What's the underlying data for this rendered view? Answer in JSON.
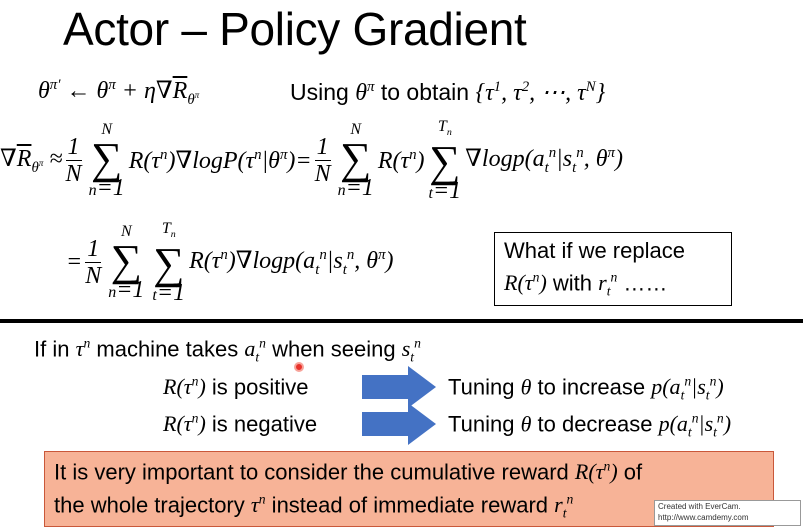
{
  "slide": {
    "title": "Actor – Policy Gradient",
    "update_rule": "θ^π′ ← θ^π + η∇R̄_θ^π",
    "using_text": "Using θ^π to obtain {τ^1, τ^2, ⋯, τ^N}",
    "gradient_line1": "∇R̄_θ^π ≈ 1/N Σ_{n=1}^{N} R(τ^n)∇logP(τ^n|θ^π) = 1/N Σ_{n=1}^{N} R(τ^n) Σ_{t=1}^{T_n} ∇logp(a_t^n|s_t^n, θ^π)",
    "gradient_line2": "= 1/N Σ_{n=1}^{N} Σ_{t=1}^{T_n} R(τ^n)∇logp(a_t^n|s_t^n, θ^π)",
    "box_line1": "What if we replace",
    "box_line2": "R(τ^n) with r_t^n ……",
    "if_line": "If in τ^n machine takes a_t^n when seeing s_t^n",
    "positive_label": "R(τ^n) is positive",
    "positive_result": "Tuning θ to increase p(a_t^n|s_t^n)",
    "negative_label": "R(τ^n) is negative",
    "negative_result": "Tuning θ to decrease p(a_t^n|s_t^n)",
    "note_line1": "It is very important to consider the cumulative reward R(τ^n) of",
    "note_line2": "the whole trajectory τ^n instead of immediate reward r_t^n",
    "watermark": "Created with EverCam. http://www.camdemy.com"
  },
  "colors": {
    "arrow": "#4472c4",
    "note_fill": "#f7b397",
    "note_border": "#c9583a"
  },
  "icons": [
    "right-arrow-icon",
    "right-arrow-icon",
    "cursor-pointer-icon"
  ]
}
